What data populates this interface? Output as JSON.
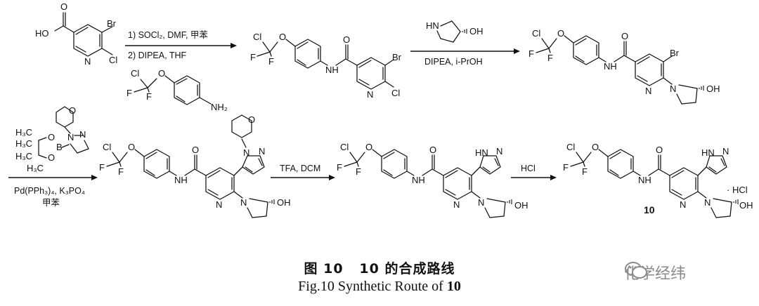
{
  "figure": {
    "caption_cn_prefix": "图",
    "caption_cn_num": "10",
    "caption_cn_cmpd": "10",
    "caption_cn_text": "的合成路线",
    "caption_en_text": "Fig.10 Synthetic Route of ",
    "caption_en_cmpd": "10",
    "watermark": "化学经纬"
  },
  "steps": {
    "step1": {
      "line1": "1) SOCl₂, DMF, 甲苯",
      "line2": "2) DIPEA, THF"
    },
    "step2": {
      "line1": "DIPEA, i-PrOH"
    },
    "step3": {
      "line1": "Pd(PPh₃)₄, K₃PO₄",
      "line2": "甲苯"
    },
    "step4": {
      "line1": "TFA, DCM"
    },
    "step5": {
      "line1": "HCl"
    }
  },
  "atoms": {
    "cl": "Cl",
    "f": "F",
    "o": "O",
    "n": "N",
    "br": "Br",
    "h": "H",
    "ho": "HO",
    "oh": "OH",
    "nh": "NH",
    "hn": "HN",
    "nh2": "NH₂",
    "hcl_salt": "· HCl",
    "b": "B",
    "ch3": "H₃C",
    "h3c": "H₃C"
  },
  "compound_label": "10"
}
